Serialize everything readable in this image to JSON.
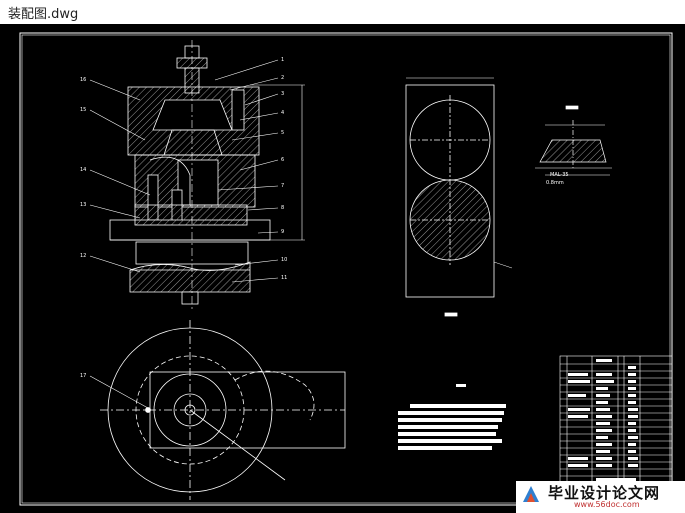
{
  "window": {
    "title": "装配图.dwg"
  },
  "drawing": {
    "callouts": [
      "1",
      "2",
      "3",
      "4",
      "5",
      "6",
      "7",
      "8",
      "9",
      "10",
      "11",
      "12",
      "13",
      "14",
      "15",
      "16",
      "17"
    ],
    "detail_label": "MAL-35",
    "detail_sub": "0.8mm",
    "watermark": {
      "text": "毕业设计论文网",
      "url": "www.56doc.com"
    }
  }
}
